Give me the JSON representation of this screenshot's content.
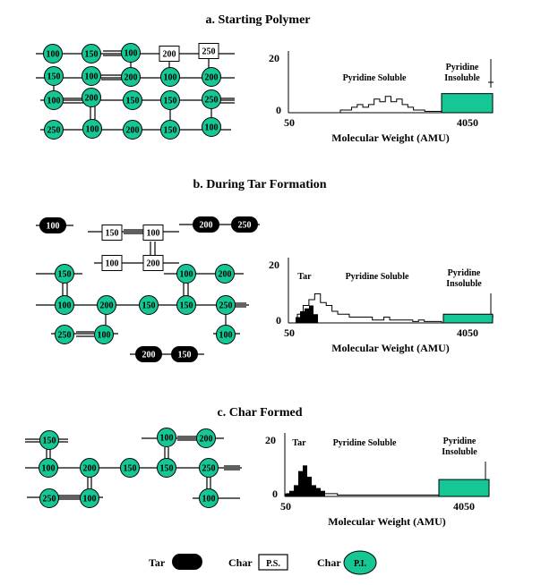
{
  "colors": {
    "pi": "#14c795",
    "tar": "#000000",
    "ps": "#ffffff",
    "line": "#000000"
  },
  "panels": [
    {
      "title": "a.  Starting Polymer",
      "nodes": [
        {
          "v": "100",
          "k": "pi"
        },
        {
          "v": "150",
          "k": "pi"
        },
        {
          "v": "100",
          "k": "pi"
        },
        {
          "v": "200",
          "k": "ps"
        },
        {
          "v": "250",
          "k": "ps"
        },
        {
          "v": "150",
          "k": "pi"
        },
        {
          "v": "100",
          "k": "pi"
        },
        {
          "v": "200",
          "k": "pi"
        },
        {
          "v": "100",
          "k": "pi"
        },
        {
          "v": "200",
          "k": "pi"
        },
        {
          "v": "100",
          "k": "pi"
        },
        {
          "v": "200",
          "k": "pi"
        },
        {
          "v": "150",
          "k": "pi"
        },
        {
          "v": "150",
          "k": "pi"
        },
        {
          "v": "250",
          "k": "pi"
        },
        {
          "v": "250",
          "k": "pi"
        },
        {
          "v": "100",
          "k": "pi"
        },
        {
          "v": "200",
          "k": "pi"
        },
        {
          "v": "150",
          "k": "pi"
        },
        {
          "v": "100",
          "k": "pi"
        }
      ],
      "chart_data": {
        "type": "bar",
        "xlabel": "Molecular Weight (AMU)",
        "x_ticks": [
          "50",
          "4050"
        ],
        "y_ticks": [
          "20",
          "0"
        ],
        "ylim": [
          0,
          20
        ],
        "region_labels": [
          "Pyridine Soluble",
          "Pyridine\nInsoluble"
        ],
        "series": [
          {
            "name": "Pyridine Soluble",
            "style": "outline",
            "values": [
              1,
              1,
              2,
              3,
              2,
              3,
              5,
              4,
              6,
              4,
              5,
              3,
              2,
              1,
              1,
              0.5,
              0.5,
              0.5
            ]
          },
          {
            "name": "Pyridine Insoluble",
            "style": "filled",
            "value": 7
          }
        ]
      }
    },
    {
      "title": "b.  During Tar Formation",
      "nodes": [
        {
          "v": "100",
          "k": "tar"
        },
        {
          "v": "150",
          "k": "ps"
        },
        {
          "v": "100",
          "k": "ps"
        },
        {
          "v": "200",
          "k": "tar"
        },
        {
          "v": "250",
          "k": "tar"
        },
        {
          "v": "100",
          "k": "ps"
        },
        {
          "v": "200",
          "k": "ps"
        },
        {
          "v": "150",
          "k": "pi"
        },
        {
          "v": "100",
          "k": "pi"
        },
        {
          "v": "200",
          "k": "pi"
        },
        {
          "v": "100",
          "k": "pi"
        },
        {
          "v": "200",
          "k": "pi"
        },
        {
          "v": "150",
          "k": "pi"
        },
        {
          "v": "150",
          "k": "pi"
        },
        {
          "v": "250",
          "k": "pi"
        },
        {
          "v": "250",
          "k": "pi"
        },
        {
          "v": "100",
          "k": "pi"
        },
        {
          "v": "100",
          "k": "pi"
        },
        {
          "v": "200",
          "k": "tar"
        },
        {
          "v": "150",
          "k": "tar"
        }
      ],
      "chart_data": {
        "type": "bar",
        "xlabel": "Molecular Weight (AMU)",
        "x_ticks": [
          "50",
          "4050"
        ],
        "y_ticks": [
          "20",
          "0"
        ],
        "ylim": [
          0,
          20
        ],
        "region_labels": [
          "Tar",
          "Pyridine Soluble",
          "Pyridine\nInsoluble"
        ],
        "series": [
          {
            "name": "Tar",
            "style": "filled",
            "values": [
              2,
              4,
              5,
              6,
              3
            ]
          },
          {
            "name": "Pyridine Soluble",
            "style": "outline",
            "values": [
              3,
              6,
              8,
              10,
              7,
              6,
              4,
              3,
              3,
              2,
              2,
              2,
              2,
              1,
              1,
              2,
              1,
              1,
              1,
              1,
              0.5,
              1,
              0.5,
              0.5,
              0.5
            ]
          },
          {
            "name": "Pyridine Insoluble",
            "style": "filled",
            "value": 3
          }
        ]
      }
    },
    {
      "title": "c.  Char Formed",
      "nodes": [
        {
          "v": "150",
          "k": "pi"
        },
        {
          "v": "100",
          "k": "pi"
        },
        {
          "v": "200",
          "k": "pi"
        },
        {
          "v": "100",
          "k": "pi"
        },
        {
          "v": "200",
          "k": "pi"
        },
        {
          "v": "150",
          "k": "pi"
        },
        {
          "v": "150",
          "k": "pi"
        },
        {
          "v": "250",
          "k": "pi"
        },
        {
          "v": "250",
          "k": "pi"
        },
        {
          "v": "100",
          "k": "pi"
        },
        {
          "v": "100",
          "k": "pi"
        }
      ],
      "chart_data": {
        "type": "bar",
        "xlabel": "Molecular Weight (AMU)",
        "x_ticks": [
          "50",
          "4050"
        ],
        "y_ticks": [
          "20",
          "0"
        ],
        "ylim": [
          0,
          20
        ],
        "region_labels": [
          "Tar",
          "Pyridine Soluble",
          "Pyridine\nInsoluble"
        ],
        "series": [
          {
            "name": "Tar",
            "style": "filled",
            "values": [
              1,
              2,
              4,
              9,
              11,
              7,
              4,
              3,
              2
            ]
          },
          {
            "name": "Pyridine Soluble",
            "style": "outline",
            "values": [
              1,
              1,
              0.5,
              0.5,
              0.5,
              0.5
            ]
          },
          {
            "name": "Pyridine Insoluble",
            "style": "filled",
            "value": 6
          }
        ]
      }
    }
  ],
  "legend": [
    {
      "label": "Tar",
      "text": "",
      "kind": "tar"
    },
    {
      "label": "Char",
      "text": "P.S.",
      "kind": "ps"
    },
    {
      "label": "Char",
      "text": "P.I.",
      "kind": "pi"
    }
  ]
}
